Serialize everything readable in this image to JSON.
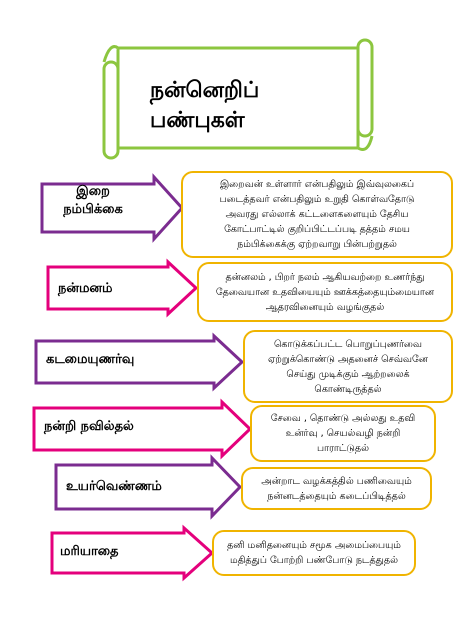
{
  "title": {
    "line1": "நன்னெறிப்",
    "line2": "பண்புகள்"
  },
  "colors": {
    "scroll": "#8cc63f",
    "box_border": "#f0b400",
    "purple": "#7b2c90",
    "pink": "#e4007c"
  },
  "rows": [
    {
      "label": [
        "இறை",
        "நம்பிக்கை"
      ],
      "color": "#7b2c90",
      "description": [
        "இறைவன் உள்ளார் என்பதிலும் இவ்வுலகைப்",
        "படைத்தவர் என்பதிலும் உறுதி கொள்வதோடு",
        "அவரது எல்லாக் கட்டளைகளையும் தேசிய",
        "கோட்பாட்டில் குறிப்பிட்டப்படி தத்தம் சமய",
        "நம்பிக்கைக்கு ஏற்றவாறு பின்பற்றுதல்"
      ]
    },
    {
      "label": [
        "நன்மனம்"
      ],
      "color": "#e4007c",
      "description": [
        "தன்னலம் , பிறர் நலம் ஆகியவற்றை உணர்ந்து",
        "தேவையான உதவியையும் ஊக்கத்தையும்மையான",
        "ஆதரவினையும் வழங்குதல்"
      ]
    },
    {
      "label": [
        "கடமையுணர்வு"
      ],
      "color": "#7b2c90",
      "description": [
        "கொடுக்கப்பட்ட பொறுப்புணர்வை",
        "ஏற்றுக்கொண்டு அதனைச் செவ்வனே",
        "செய்து முடிக்கும் ஆற்றலைக்",
        "கொண்டிருத்தல்"
      ]
    },
    {
      "label": [
        "நன்றி நவில்தல்"
      ],
      "color": "#e4007c",
      "description": [
        "சேவை , தொண்டு அல்லது உதவி",
        "உன்ர்வு , செயல்வழி நன்றி",
        "பாராட்டுதல்"
      ]
    },
    {
      "label": [
        "உயர்வெண்ணம்"
      ],
      "color": "#7b2c90",
      "description": [
        "அன்றாட வழக்கத்தில் பணிவையும்",
        "நன்னடத்தையும் கடைப்பிடித்தல்"
      ]
    },
    {
      "label": [
        "மரியாதை"
      ],
      "color": "#e4007c",
      "description": [
        "தனி மனிதனையும் சமூக அமைப்பையும்",
        "மதித்துப் போற்றி பண்போடு நடத்துதல்"
      ]
    }
  ]
}
